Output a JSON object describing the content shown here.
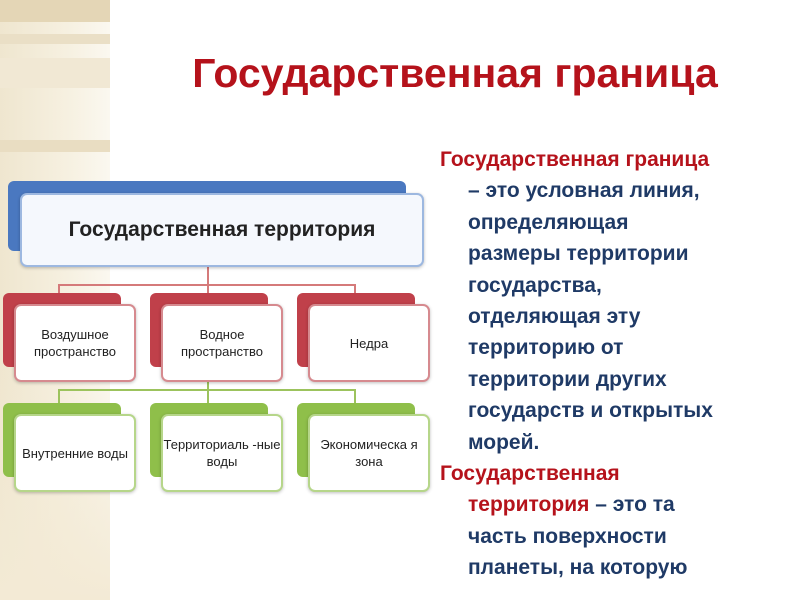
{
  "title": "Государственная граница",
  "diagram": {
    "root": "Государственная территория",
    "row1": [
      "Воздушное пространство",
      "Водное пространство",
      "Недра"
    ],
    "row2": [
      "Внутренние воды",
      "Территориаль -ные воды",
      "Экономическа я зона"
    ]
  },
  "definitions": [
    {
      "term": "Государственная граница",
      "dash": "–",
      "lines": [
        "это условная линия,",
        "определяющая",
        "размеры территории",
        "государства,",
        "отделяющая эту",
        "территорию от",
        "территории других",
        "государств и открытых",
        "морей."
      ]
    },
    {
      "term_line1": "Государственная",
      "term_line2": "территория",
      "dash": "–",
      "lines_after_term": "это та",
      "lines": [
        "часть поверхности",
        "планеты, на которую"
      ]
    }
  ],
  "colors": {
    "title": "#b5121b",
    "term": "#b5121b",
    "body_text": "#1f3a66",
    "root_box": "#4a78c0",
    "row1_box": "#c0404a",
    "row2_box": "#8fbf4a"
  }
}
